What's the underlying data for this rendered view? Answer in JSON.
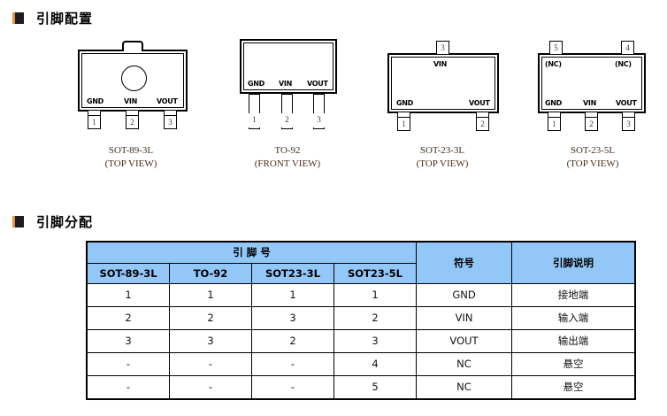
{
  "sections": {
    "pin_configuration": "引脚配置",
    "pin_assignment": "引脚分配"
  },
  "packages": [
    {
      "id": "sot-89-3l",
      "name": "SOT-89-3L",
      "view": "(TOP VIEW)",
      "pin_labels": [
        "GND",
        "VIN",
        "VOUT"
      ],
      "pin_numbers": [
        "1",
        "2",
        "3"
      ],
      "top_pin_labels": [],
      "top_pin_numbers": []
    },
    {
      "id": "to-92",
      "name": "TO-92",
      "view": "(FRONT VIEW)",
      "pin_labels": [
        "GND",
        "VIN",
        "VOUT"
      ],
      "pin_numbers": [
        "1",
        "2",
        "3"
      ],
      "top_pin_labels": [],
      "top_pin_numbers": []
    },
    {
      "id": "sot-23-3l",
      "name": "SOT-23-3L",
      "view": "(TOP VIEW)",
      "pin_labels": [
        "GND",
        "VOUT"
      ],
      "pin_numbers": [
        "1",
        "2"
      ],
      "top_pin_labels": [
        "VIN"
      ],
      "top_pin_numbers": [
        "3"
      ]
    },
    {
      "id": "sot-23-5l",
      "name": "SOT-23-5L",
      "view": "(TOP VIEW)",
      "pin_labels": [
        "GND",
        "VIN",
        "VOUT"
      ],
      "pin_numbers": [
        "1",
        "2",
        "3"
      ],
      "top_pin_labels": [
        "(NC)",
        "(NC)"
      ],
      "top_pin_numbers": [
        "5",
        "4"
      ]
    }
  ],
  "table": {
    "group_header": "引  脚  号",
    "columns": [
      "SOT-89-3L",
      "TO-92",
      "SOT23-3L",
      "SOT23-5L"
    ],
    "symbol_header": "符号",
    "description_header": "引脚说明",
    "rows": [
      {
        "pins": [
          "1",
          "1",
          "1",
          "1"
        ],
        "symbol": "GND",
        "description": "接地端"
      },
      {
        "pins": [
          "2",
          "2",
          "3",
          "2"
        ],
        "symbol": "VIN",
        "description": "输入端"
      },
      {
        "pins": [
          "3",
          "3",
          "2",
          "3"
        ],
        "symbol": "VOUT",
        "description": "输出端"
      },
      {
        "pins": [
          "-",
          "-",
          "-",
          "4"
        ],
        "symbol": "NC",
        "description": "悬空"
      },
      {
        "pins": [
          "-",
          "-",
          "-",
          "5"
        ],
        "symbol": "NC",
        "description": "悬空"
      }
    ]
  },
  "colors": {
    "header_blue": "#93c7f8",
    "bullet_black": "#1b1b23",
    "bullet_orange": "#e8953a",
    "caption_brown": "#4a2f1e"
  }
}
